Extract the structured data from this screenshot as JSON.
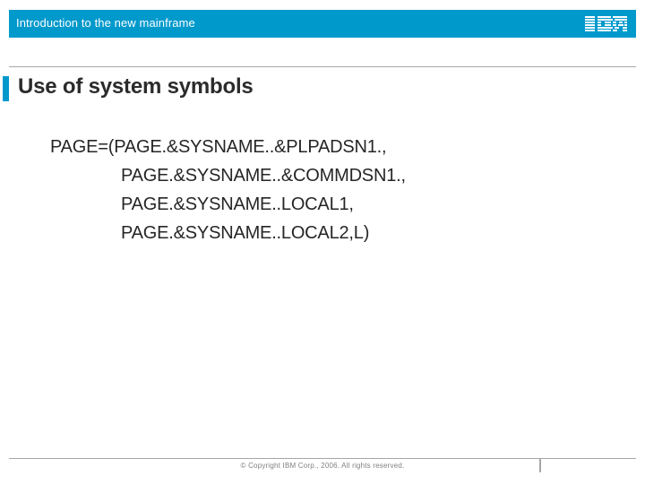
{
  "header": {
    "title": "Introduction to the new mainframe",
    "logo_name": "ibm-logo",
    "banner_color": "#0099cc"
  },
  "slide": {
    "title": "Use of system symbols",
    "accent_color": "#0099cc",
    "body_lines": [
      {
        "text": "PAGE=(PAGE.&SYSNAME..&PLPADSN1.,",
        "indented": false
      },
      {
        "text": "PAGE.&SYSNAME..&COMMDSN1.,",
        "indented": true
      },
      {
        "text": "PAGE.&SYSNAME..LOCAL1,",
        "indented": true
      },
      {
        "text": "PAGE.&SYSNAME..LOCAL2,L)",
        "indented": true
      }
    ]
  },
  "footer": {
    "copyright": "© Copyright IBM Corp., 2006. All rights reserved.",
    "rule_color": "#a6a6a6"
  }
}
